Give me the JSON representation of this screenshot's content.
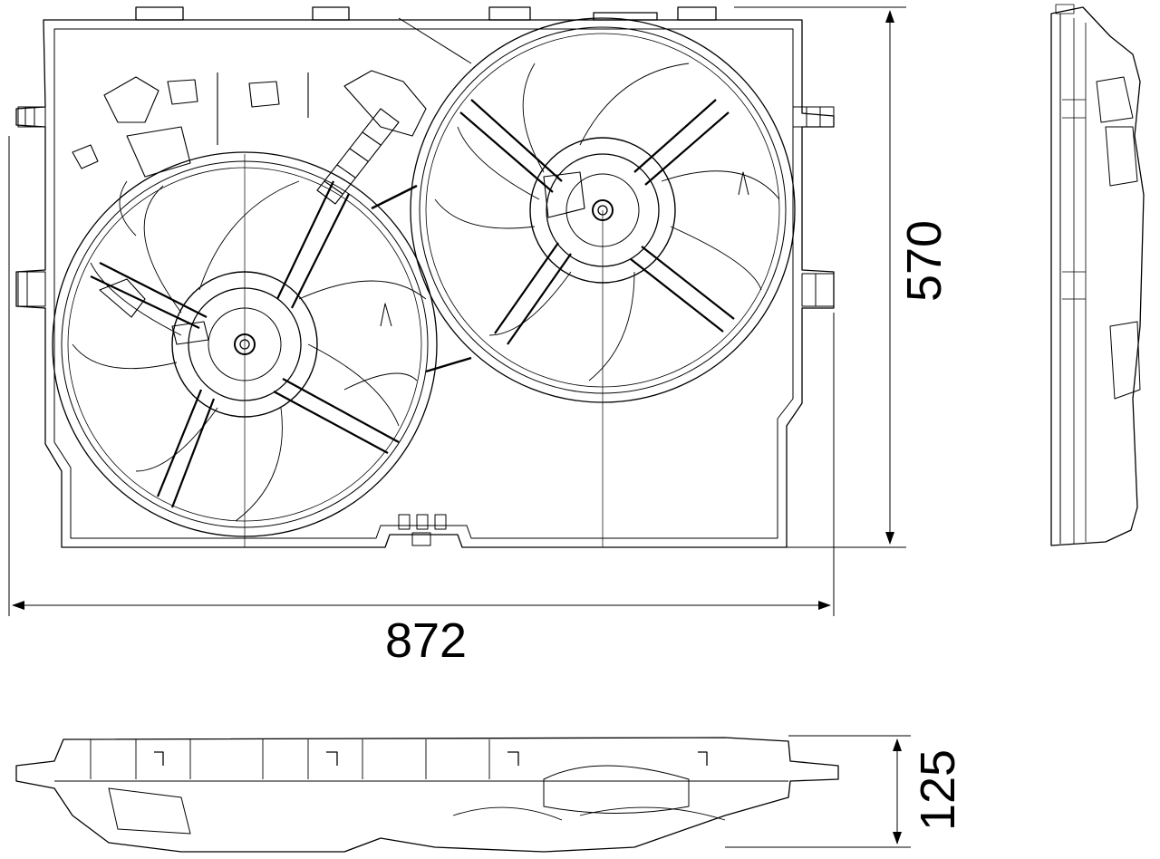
{
  "dimensions": {
    "width_label": "872",
    "height_label": "570",
    "depth_label": "125"
  }
}
